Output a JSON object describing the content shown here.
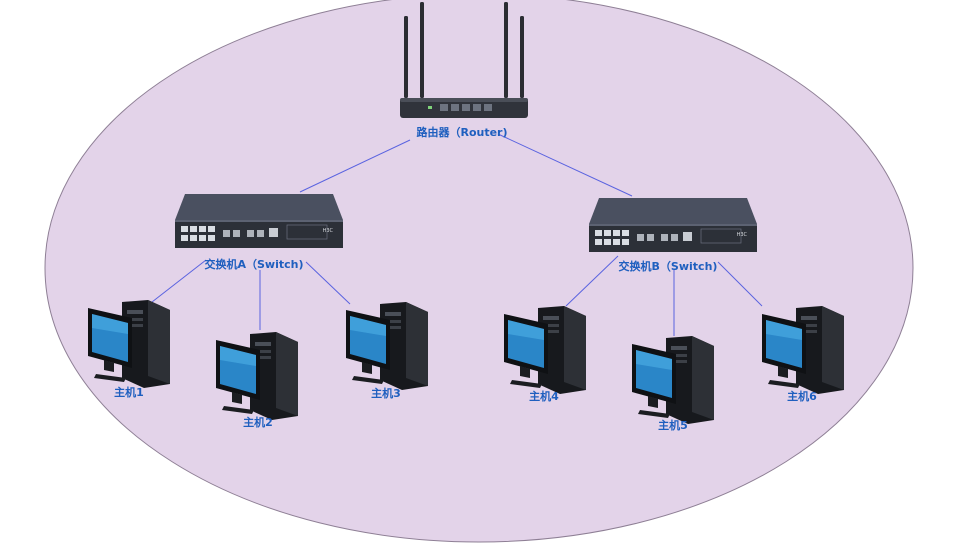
{
  "network": {
    "router": {
      "label": "路由器（Router)",
      "icon": "wifi-router-icon"
    },
    "switches": [
      {
        "label": "交换机A（Switch)",
        "brand": "H3C",
        "icon": "network-switch-icon"
      },
      {
        "label": "交换机B（Switch)",
        "brand": "H3C",
        "icon": "network-switch-icon"
      }
    ],
    "hosts": [
      {
        "label": "主机1",
        "icon": "desktop-computer-icon"
      },
      {
        "label": "主机2",
        "icon": "desktop-computer-icon"
      },
      {
        "label": "主机3",
        "icon": "desktop-computer-icon"
      },
      {
        "label": "主机4",
        "icon": "desktop-computer-icon"
      },
      {
        "label": "主机5",
        "icon": "desktop-computer-icon"
      },
      {
        "label": "主机6",
        "icon": "desktop-computer-icon"
      }
    ],
    "colors": {
      "network_area": "#e3d3e9",
      "network_border": "#8e7f95",
      "link": "#5a63e0",
      "label": "#1f5fbf"
    }
  }
}
